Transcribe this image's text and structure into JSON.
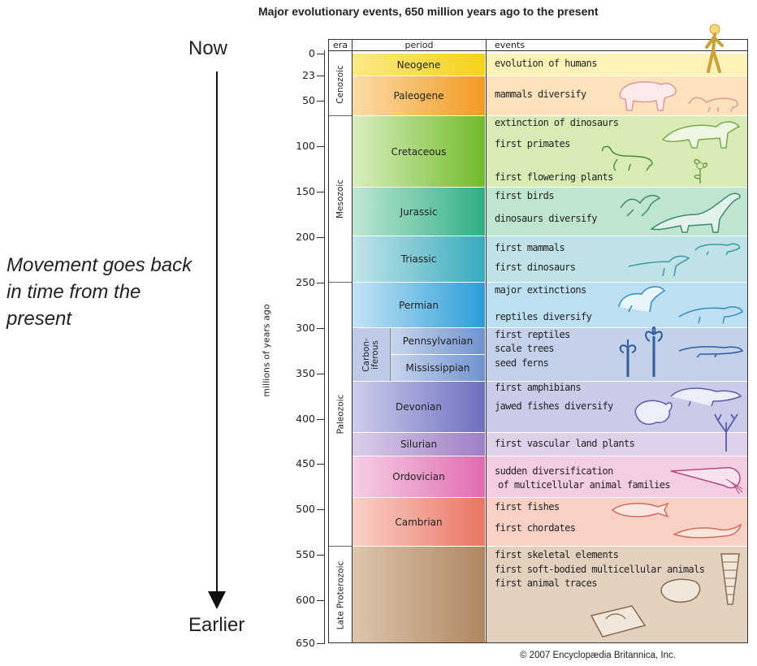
{
  "side": {
    "now_label": "Now",
    "earlier_label": "Earlier",
    "movement_text": "Movement goes back in time from the present"
  },
  "chart": {
    "title": "Major evolutionary events, 650 million years ago to the present",
    "ylabel": "millions of years ago",
    "credit": "© 2007 Encyclopædia Britannica, Inc.",
    "headers": {
      "era": "era",
      "period": "period",
      "events": "events"
    },
    "ticks": [
      "0",
      "23",
      "50",
      "100",
      "150",
      "200",
      "250",
      "300",
      "350",
      "400",
      "450",
      "500",
      "550",
      "600",
      "650"
    ]
  },
  "chart_data": {
    "type": "table",
    "title": "Major evolutionary events, 650 million years ago to the present",
    "ylabel": "millions of years ago",
    "eras": [
      {
        "name": "Cenozoic",
        "start": 0,
        "end": 65
      },
      {
        "name": "Mesozoic",
        "start": 65,
        "end": 251
      },
      {
        "name": "Paleozoic",
        "start": 251,
        "end": 542
      },
      {
        "name": "Late Proterozoic",
        "start": 542,
        "end": 650
      }
    ],
    "periods": [
      {
        "name": "Neogene",
        "color": "#f7d81e",
        "events": [
          "evolution of humans"
        ]
      },
      {
        "name": "Paleogene",
        "color": "#f5a43c",
        "events": [
          "mammals diversify"
        ]
      },
      {
        "name": "Cretaceous",
        "color": "#86c442",
        "events": [
          "extinction of dinosaurs",
          "first primates",
          "first flowering plants"
        ]
      },
      {
        "name": "Jurassic",
        "color": "#3fb68e",
        "events": [
          "first birds",
          "dinosaurs diversify"
        ]
      },
      {
        "name": "Triassic",
        "color": "#47b3c2",
        "events": [
          "first mammals",
          "first dinosaurs"
        ]
      },
      {
        "name": "Permian",
        "color": "#40a6dc",
        "events": [
          "major extinctions",
          "reptiles diversify"
        ]
      },
      {
        "name": "Carbon-iferous",
        "color": "#6d92cc",
        "subperiods": [
          "Pennsylvanian",
          "Mississippian"
        ],
        "events": [
          "first reptiles",
          "scale trees",
          "seed ferns"
        ]
      },
      {
        "name": "Devonian",
        "color": "#7f80c6",
        "events": [
          "first amphibians",
          "jawed fishes diversify"
        ]
      },
      {
        "name": "Silurian",
        "color": "#a78bc8",
        "events": [
          "first vascular land plants"
        ]
      },
      {
        "name": "Ordovician",
        "color": "#e07ab6",
        "events": [
          "sudden diversification",
          "of multicellular animal families"
        ]
      },
      {
        "name": "Cambrian",
        "color": "#ec7f6c",
        "events": [
          "first fishes",
          "first chordates"
        ]
      },
      {
        "name": "Late Proterozoic",
        "color": "#b48a67",
        "events": [
          "first skeletal elements",
          "first soft-bodied multicellular animals",
          "first animal traces"
        ]
      }
    ]
  },
  "eras": {
    "cenozoic": "Cenozoic",
    "mesozoic": "Mesozoic",
    "paleozoic": "Paleozoic",
    "proterozoic": "Late Proterozoic"
  },
  "periods": {
    "neogene": "Neogene",
    "paleogene": "Paleogene",
    "cretaceous": "Cretaceous",
    "jurassic": "Jurassic",
    "triassic": "Triassic",
    "permian": "Permian",
    "carboniferous": "Carbon-iferous",
    "pennsylvanian": "Pennsylvanian",
    "mississippian": "Mississippian",
    "devonian": "Devonian",
    "silurian": "Silurian",
    "ordovician": "Ordovician",
    "cambrian": "Cambrian"
  },
  "events": {
    "neogene": [
      "evolution of humans"
    ],
    "paleogene": [
      "mammals diversify"
    ],
    "cretaceous": [
      "extinction of dinosaurs",
      "first primates",
      "first flowering plants"
    ],
    "jurassic": [
      "first birds",
      "dinosaurs diversify"
    ],
    "triassic": [
      "first mammals",
      "first dinosaurs"
    ],
    "permian": [
      "major extinctions",
      "reptiles diversify"
    ],
    "carboniferous": [
      "first reptiles",
      "scale trees",
      "seed ferns"
    ],
    "devonian": [
      "first amphibians",
      "jawed fishes diversify"
    ],
    "silurian": [
      "first vascular land plants"
    ],
    "ordovician": [
      "sudden diversification",
      "of multicellular animal families"
    ],
    "cambrian": [
      "first fishes",
      "first chordates"
    ],
    "proterozoic": [
      "first skeletal elements",
      "first soft-bodied multicellular animals",
      "first animal traces"
    ]
  },
  "icons": [
    "human-figure-icon",
    "mammal-icon",
    "dinosaur-icon",
    "primate-icon",
    "flower-icon",
    "bird-icon",
    "sauropod-icon",
    "mammal-small-icon",
    "dinosaur-small-icon",
    "reptile-icon",
    "tree-icon",
    "amphibian-icon",
    "fish-icon",
    "plant-icon",
    "nautiloid-icon",
    "chordate-icon",
    "fossil-icon"
  ]
}
